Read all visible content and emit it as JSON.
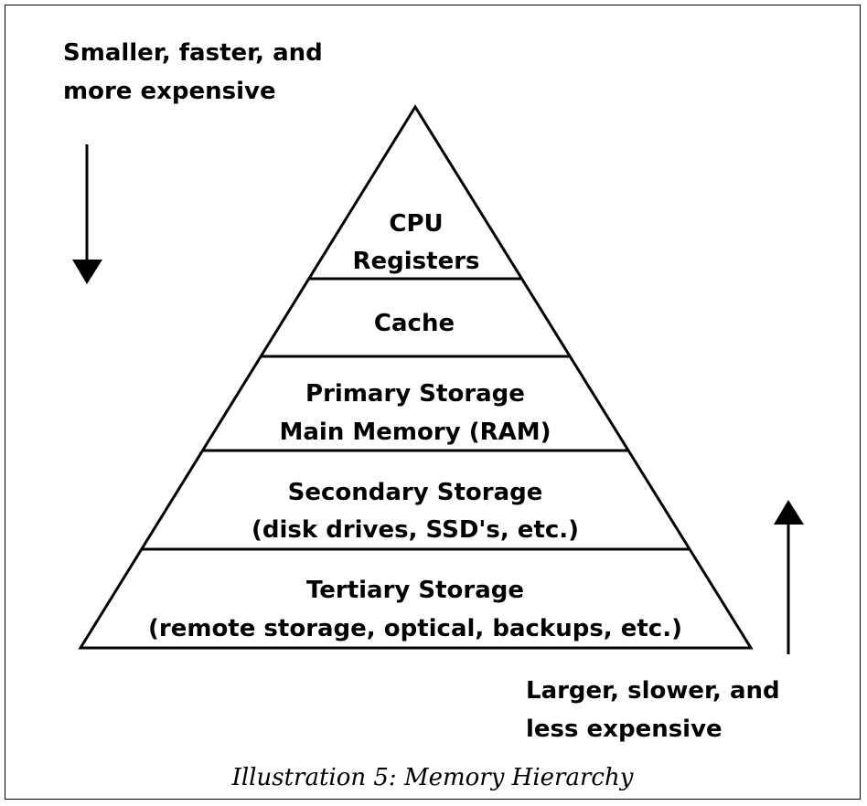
{
  "top_note": {
    "line1": "Smaller, faster, and",
    "line2": "more expensive"
  },
  "bottom_note": {
    "line1": "Larger, slower, and",
    "line2": "less expensive"
  },
  "levels": [
    {
      "line1": "CPU",
      "line2": "Registers"
    },
    {
      "line1": "Cache"
    },
    {
      "line1": "Primary Storage",
      "line2": "Main Memory (RAM)"
    },
    {
      "line1": "Secondary Storage",
      "line2": "(disk drives, SSD's, etc.)"
    },
    {
      "line1": "Tertiary Storage",
      "line2": "(remote storage, optical, backups, etc.)"
    }
  ],
  "caption": "Illustration 5: Memory Hierarchy"
}
